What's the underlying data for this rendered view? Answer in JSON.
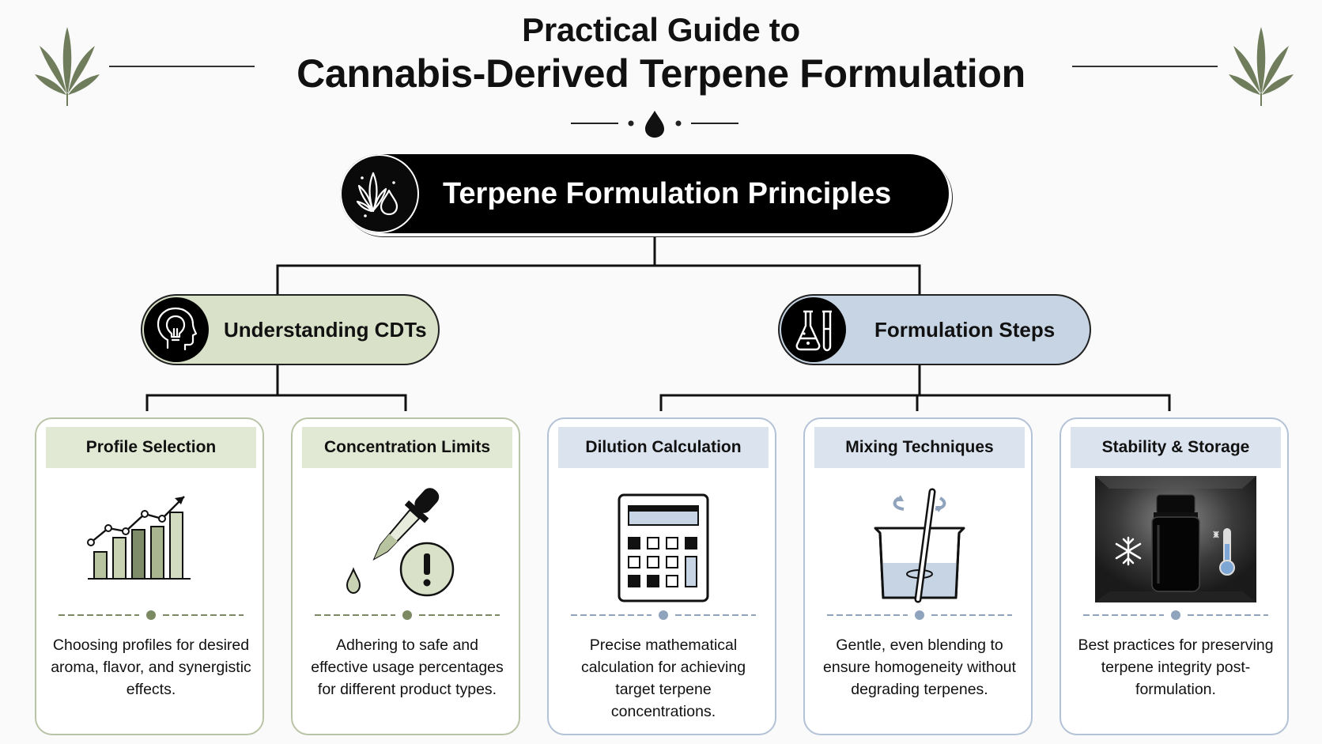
{
  "title": {
    "line1": "Practical Guide to",
    "line2": "Cannabis-Derived Terpene Formulation"
  },
  "root": {
    "label": "Terpene Formulation Principles",
    "icon": "leaf-drop-icon"
  },
  "branches": [
    {
      "label": "Understanding CDTs",
      "icon": "lightbulb-head-icon"
    },
    {
      "label": "Formulation Steps",
      "icon": "flask-beaker-icon"
    }
  ],
  "cards": [
    {
      "title": "Profile Selection",
      "icon": "rising-bar-chart-icon",
      "desc": "Choosing profiles for desired aroma, flavor, and synergistic effects."
    },
    {
      "title": "Concentration Limits",
      "icon": "dropper-warning-icon",
      "desc": "Adhering to safe and effective usage percentages for different product types."
    },
    {
      "title": "Dilution Calculation",
      "icon": "calculator-icon",
      "desc": "Precise mathematical calculation for achieving target terpene concentrations."
    },
    {
      "title": "Mixing Techniques",
      "icon": "stirring-beaker-icon",
      "desc": "Gentle, even blending to ensure homogeneity without degrading terpenes."
    },
    {
      "title": "Stability & Storage",
      "icon": "dark-bottle-cold-storage-icon",
      "desc": "Best practices for preserving terpene integrity post-formulation."
    }
  ],
  "colors": {
    "leaf": "#6f7d5c",
    "green_accent": "#d9e2c8",
    "blue_accent": "#c6d4e3",
    "green_dot": "#7b8a63",
    "blue_dot": "#8fa3bd"
  }
}
